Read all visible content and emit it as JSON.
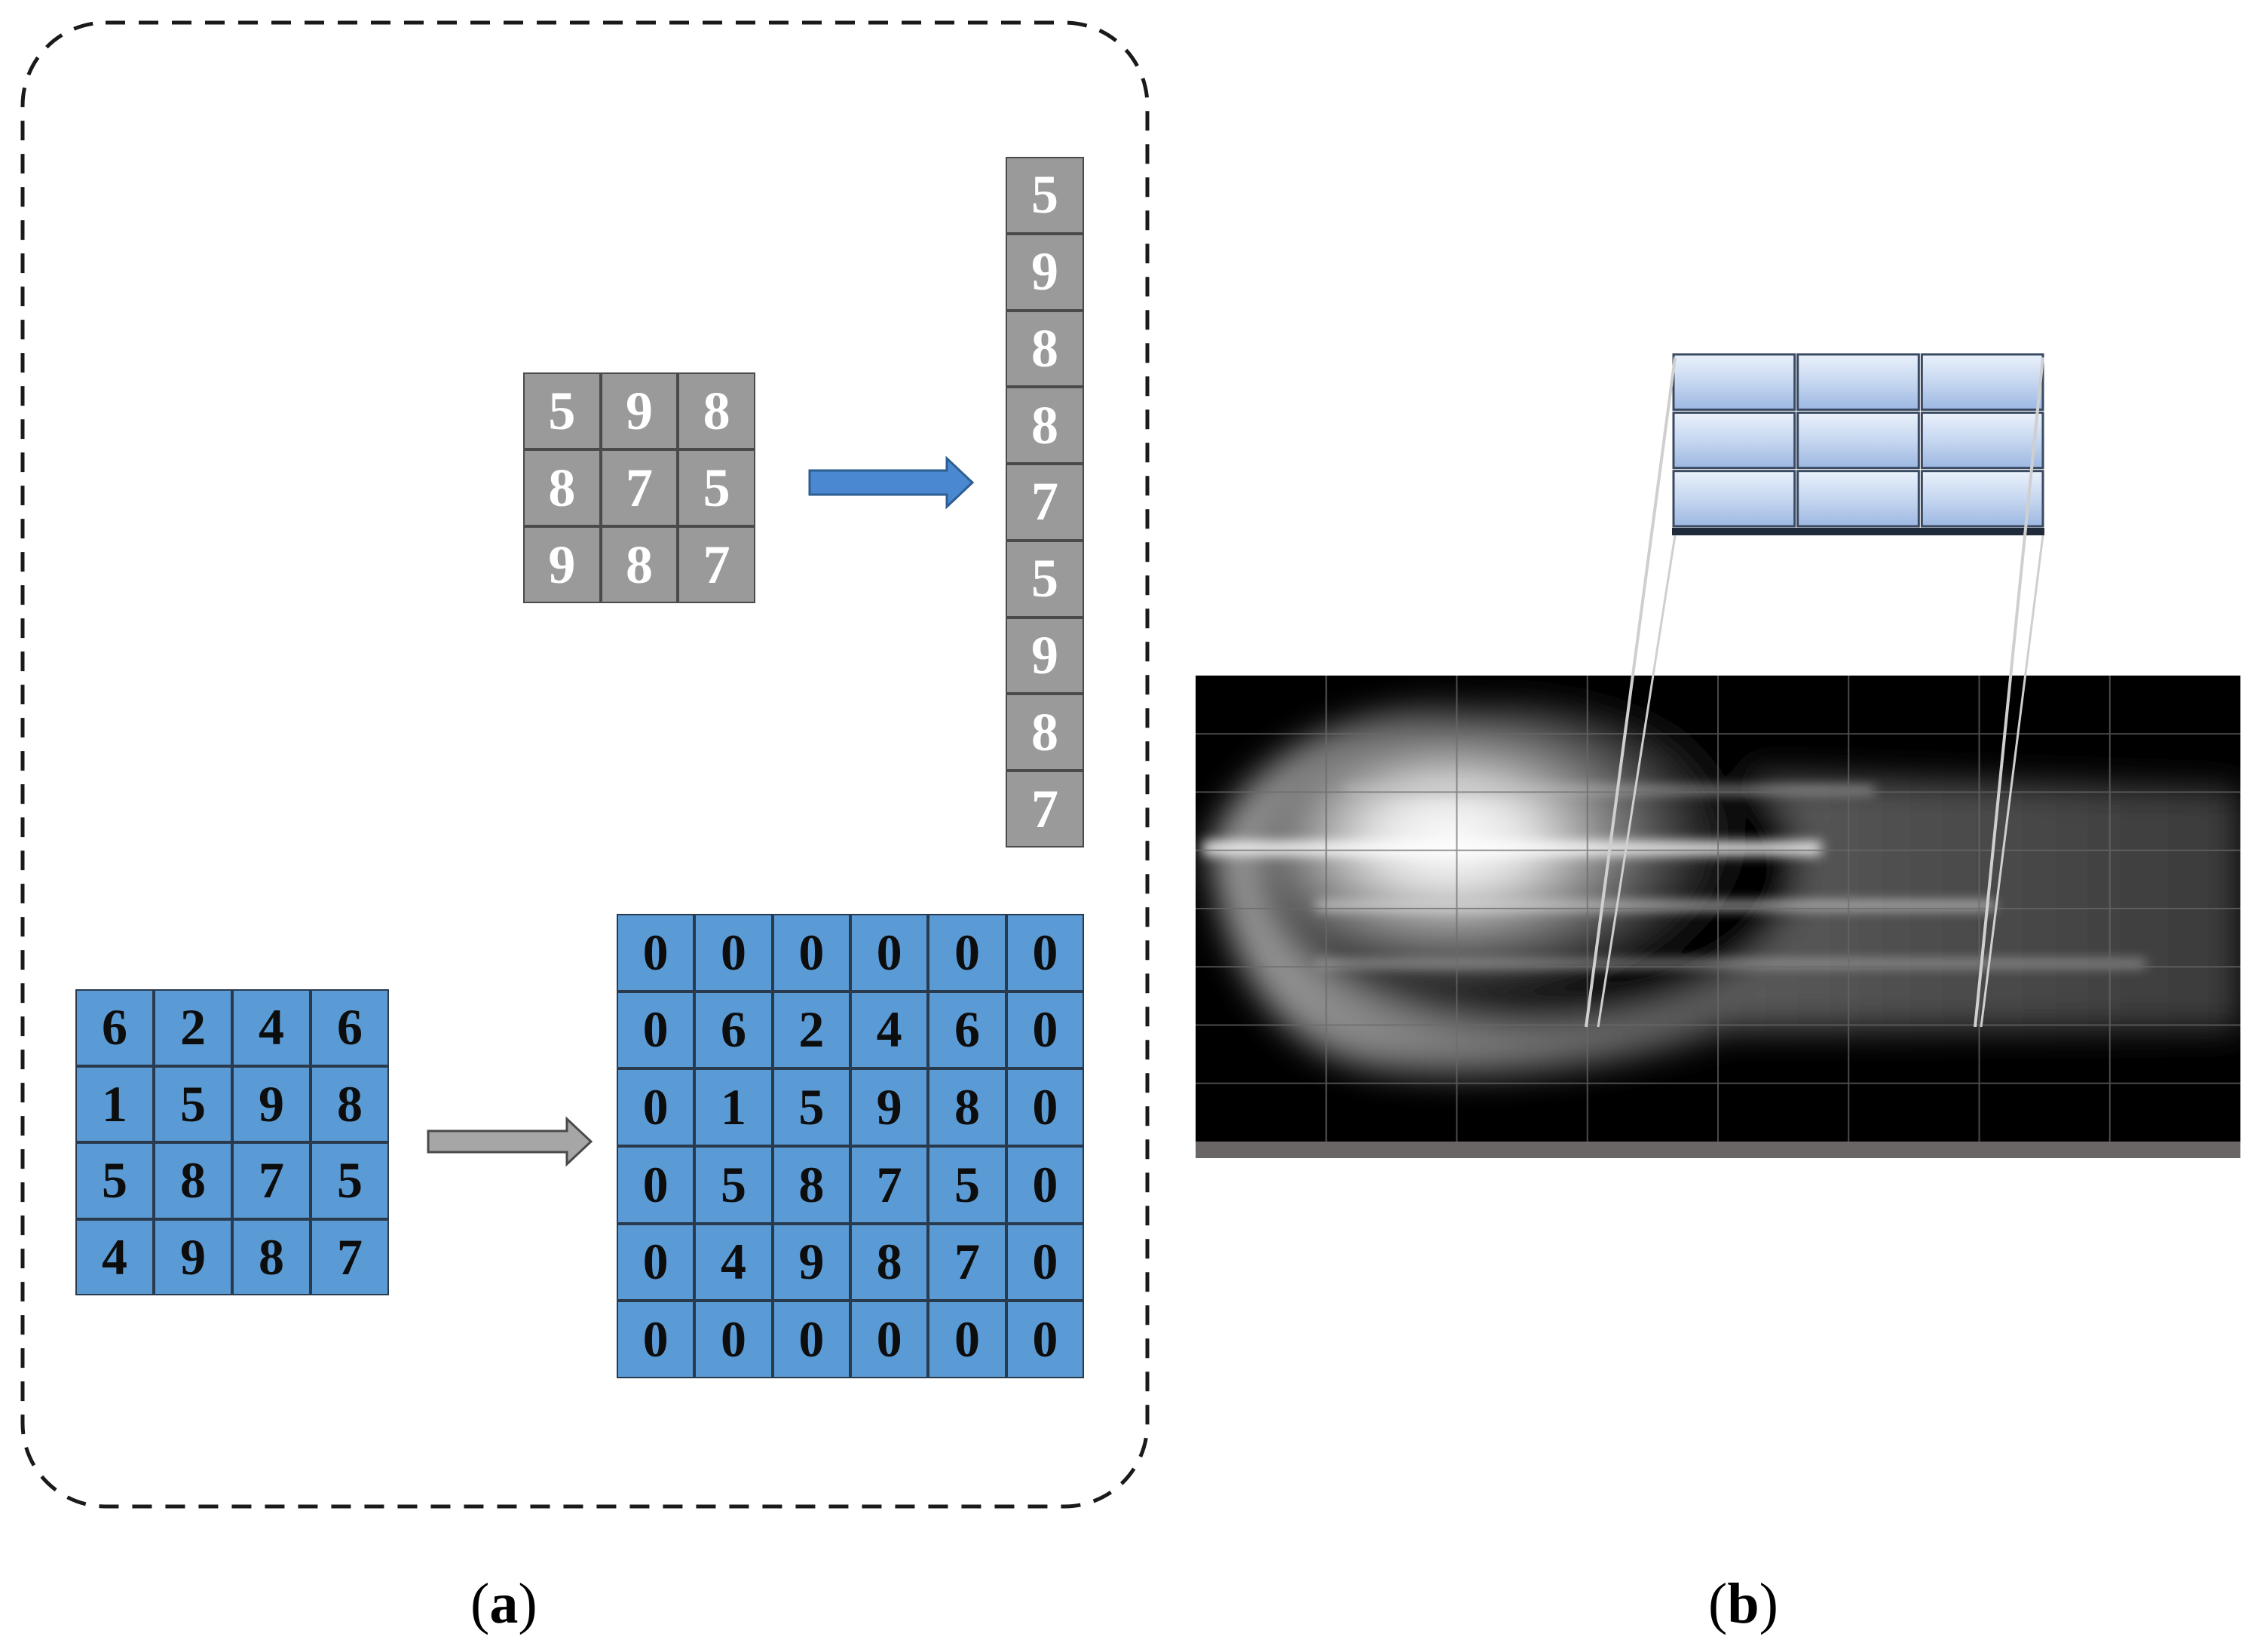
{
  "panel_a": {
    "caption_letter": "a",
    "flatten_example": {
      "matrix": [
        [
          "5",
          "9",
          "8"
        ],
        [
          "8",
          "7",
          "5"
        ],
        [
          "9",
          "8",
          "7"
        ]
      ],
      "flattened": [
        "5",
        "9",
        "8",
        "8",
        "7",
        "5",
        "9",
        "8",
        "7"
      ],
      "arrow_color": "#4a89d2"
    },
    "padding_example": {
      "input": [
        [
          "6",
          "2",
          "4",
          "6"
        ],
        [
          "1",
          "5",
          "9",
          "8"
        ],
        [
          "5",
          "8",
          "7",
          "5"
        ],
        [
          "4",
          "9",
          "8",
          "7"
        ]
      ],
      "padded": [
        [
          "0",
          "0",
          "0",
          "0",
          "0",
          "0"
        ],
        [
          "0",
          "6",
          "2",
          "4",
          "6",
          "0"
        ],
        [
          "0",
          "1",
          "5",
          "9",
          "8",
          "0"
        ],
        [
          "0",
          "5",
          "8",
          "7",
          "5",
          "0"
        ],
        [
          "0",
          "4",
          "9",
          "8",
          "7",
          "0"
        ],
        [
          "0",
          "0",
          "0",
          "0",
          "0",
          "0"
        ]
      ],
      "arrow_color": "#a6a6a6"
    },
    "colors": {
      "gray_cell": "#9a9a9a",
      "blue_cell": "#5b9bd5"
    }
  },
  "panel_b": {
    "caption_letter": "b",
    "image_grid": {
      "rows": 8,
      "cols": 8
    },
    "kernel": {
      "rows": 3,
      "cols": 3
    }
  }
}
